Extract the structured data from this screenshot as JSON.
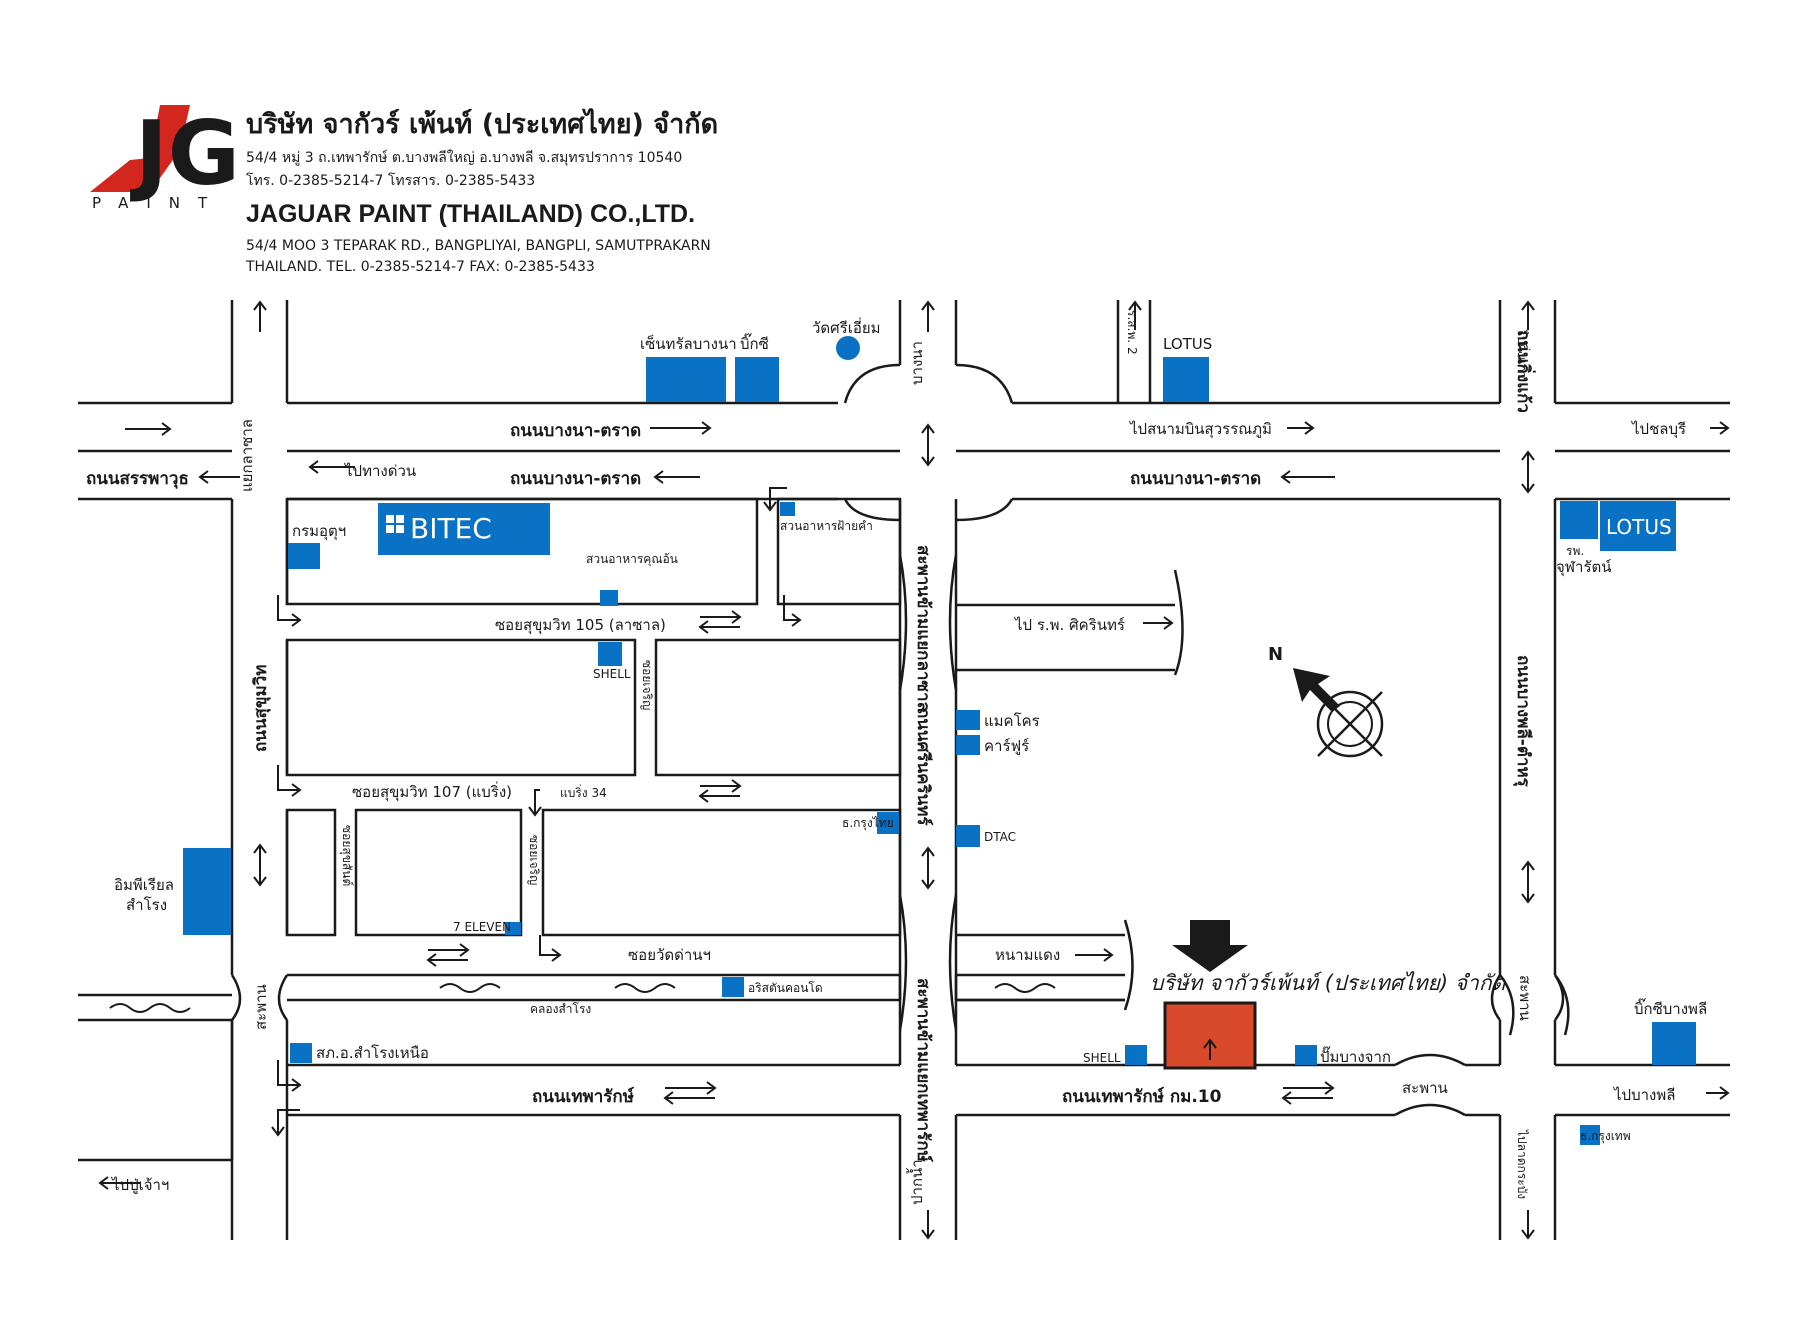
{
  "colors": {
    "accent_blue": "#0a72c4",
    "company_red": "#d94a2d",
    "logo_red": "#d3261f",
    "road_line": "#1a1a1a"
  },
  "header": {
    "logo": {
      "letters": "JG",
      "paint_text": "PAINT"
    },
    "company_name_thai": "บริษัท จากัวร์ เพ้นท์ (ประเทศไทย) จำกัด",
    "address_thai_line1": "54/4 หมู่ 3 ถ.เทพารักษ์ ต.บางพลีใหญ่ อ.บางพลี จ.สมุทรปราการ 10540",
    "address_thai_line2": "โทร. 0-2385-5214-7 โทรสาร. 0-2385-5433",
    "company_name_en": "JAGUAR PAINT (THAILAND) CO.,LTD.",
    "address_en_line1": "54/4 MOO 3 TEPARAK RD., BANGPLIYAI, BANGPLI, SAMUTPRAKARN",
    "address_en_line2": "THAILAND. TEL. 0-2385-5214-7 FAX: 0-2385-5433"
  },
  "map": {
    "roads": {
      "bangna_trad_1": "ถนนบางนา-ตราด",
      "bangna_trad_2": "ถนนบางนา-ตราด",
      "bangna_trad_3": "ถนนบางนา-ตราด",
      "sanphawut": "ถนนสรรพาวุธ",
      "to_expressway": "ไปทางด่วน",
      "to_suvarnabhumi": "ไปสนามบินสุวรรณภูมิ",
      "to_chonburi": "ไปชลบุรี",
      "soi_105": "ซอยสุขุมวิท 105 (ลาซาล)",
      "soi_107": "ซอยสุขุมวิท 107 (แบริ่ง)",
      "baring_34": "แบริ่ง 34",
      "soi_wat_dan": "ซอยวัดด่านฯ",
      "to_srinakarin_hosp": "ไป ร.พ. ศิครินทร์",
      "nong_mae_daeng": "หนามแดง",
      "klong_samrong": "คลองสำโรง",
      "theparak_left": "ถนนเทพารักษ์",
      "theparak_km10": "ถนนเทพารักษ์ กม.10",
      "bridge": "สะพาน",
      "to_bangphli": "ไปบางพลี",
      "to_pu_chao": "ไปปู่เจ้าฯ",
      "v_lasalle": "แยกลาซาล",
      "v_sukhumvit": "ถนนสุขุมวิท",
      "v_samrong_left": "สะพาน",
      "v_pak_nam_up": "บางนา",
      "v_bridge_lasalle": "สะพานข้ามแยกลาซาล",
      "v_srinakarin": "ถนนศรีนครินทร์",
      "v_bridge_theparak": "สะพานข้ามแยกเทพารักษ์",
      "v_pak_nam_down": "ปากน้ำ",
      "v_king_kaew": "ถนนกิ่งแก้ว",
      "v_bangphli_km": "ถนนบางพลี-ตำหรุ",
      "v_rs2": "ร.ส.พ. 2",
      "v_samrong_right": "สะพาน",
      "v_lat_krabang": "ไปลาดกระบัง",
      "v_kingkaew_up": "ไปกิ่งแก้ว",
      "v_soi_inner1": "ซอยเจริญ",
      "v_soi_inner2": "ซอยสุขสันต์",
      "v_soi_inner3": "ซอยเจริญ"
    },
    "landmarks": {
      "central_bangna": "เซ็นทรัลบางนา",
      "big_c": "บิ๊กซี",
      "wat_si_iam": "วัดศรีเอี่ยม",
      "lotus_top": "LOTUS",
      "bitec": "BITEC",
      "industry_dept": "กรมอุตุฯ",
      "khun_on": "สวนอาหารคุณอ้น",
      "fai_kham": "สวนอาหารฝ้ายคำ",
      "shell_left": "SHELL",
      "makro": "แมคโคร",
      "carrefour": "คาร์ฟูร์",
      "dtac": "DTAC",
      "krungthai": "ธ.กรุงไทย",
      "seven_eleven": "7 ELEVEN",
      "imperial_line1": "อิมพีเรียล",
      "imperial_line2": "สำโรง",
      "condo": "อริสตันคอนโด",
      "police": "สภ.อ.สำโรงเหนือ",
      "shell_right": "SHELL",
      "pump_bangchak": "ปั๊มบางจาก",
      "lotus_right": "LOTUS",
      "hosp_line1": "รพ.",
      "hosp_line2": "จุฬารัตน์",
      "bigc_bangphli": "บิ๊กซีบางพลี",
      "bangkok_bank": "ธ.กรุงเทพ",
      "company_map_label": "บริษัท จากัวร์เพ้นท์ (ประเทศไทย) จำกัด"
    },
    "compass_north": "N",
    "icons": [
      "north-arrow-icon",
      "down-arrow-icon",
      "double-arrow-icon",
      "water-wave-icon"
    ]
  }
}
